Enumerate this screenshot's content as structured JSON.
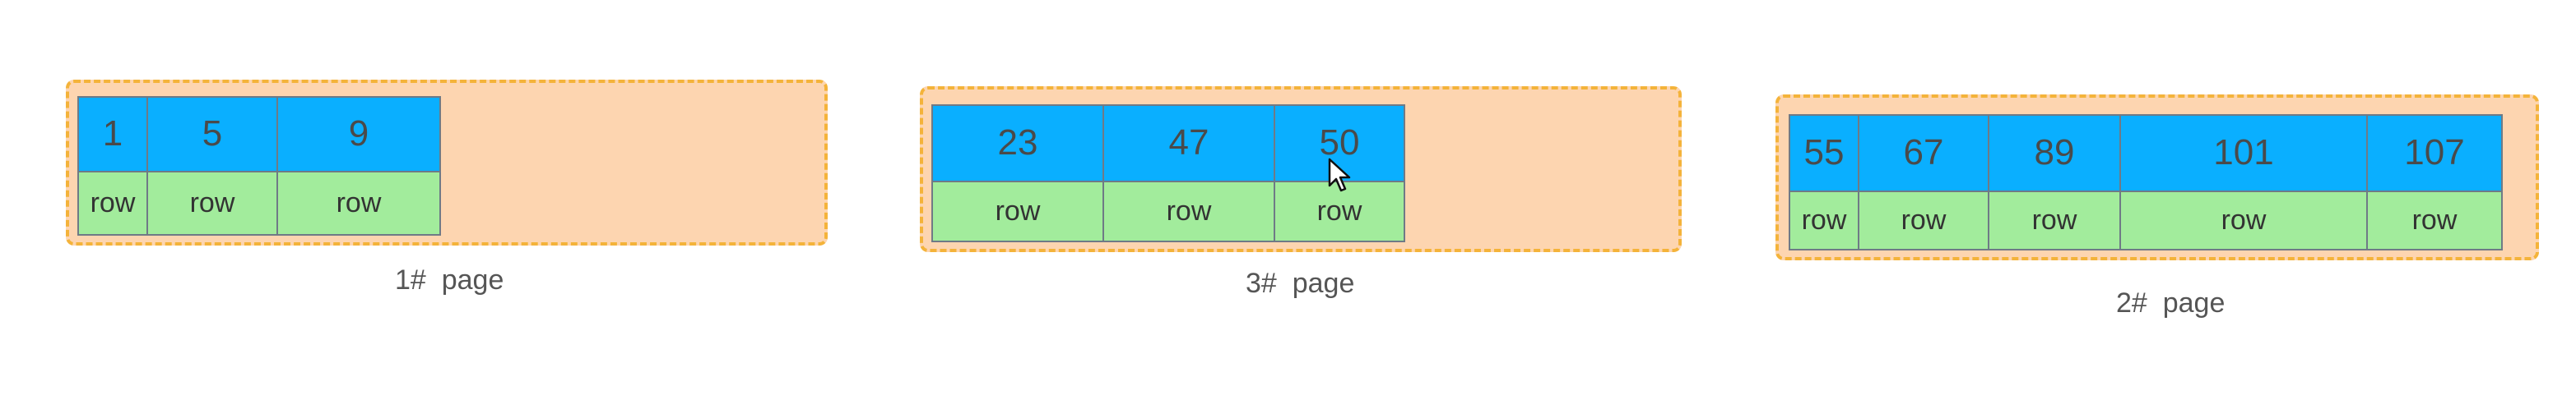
{
  "pages": [
    {
      "label": "1#  page",
      "keys": [
        "1",
        "5",
        "9"
      ],
      "values": [
        "row",
        "row",
        "row"
      ]
    },
    {
      "label": "3#  page",
      "keys": [
        "23",
        "47",
        "50"
      ],
      "values": [
        "row",
        "row",
        "row"
      ]
    },
    {
      "label": "2#  page",
      "keys": [
        "55",
        "67",
        "89",
        "101",
        "107"
      ],
      "values": [
        "row",
        "row",
        "row",
        "row",
        "row"
      ]
    }
  ],
  "colors": {
    "page_fill": "#fdd5b0",
    "page_border": "#f4b33a",
    "key_fill": "#0aafff",
    "value_fill": "#a2ec9c"
  },
  "icons": {
    "cursor": "mouse-pointer-icon"
  }
}
